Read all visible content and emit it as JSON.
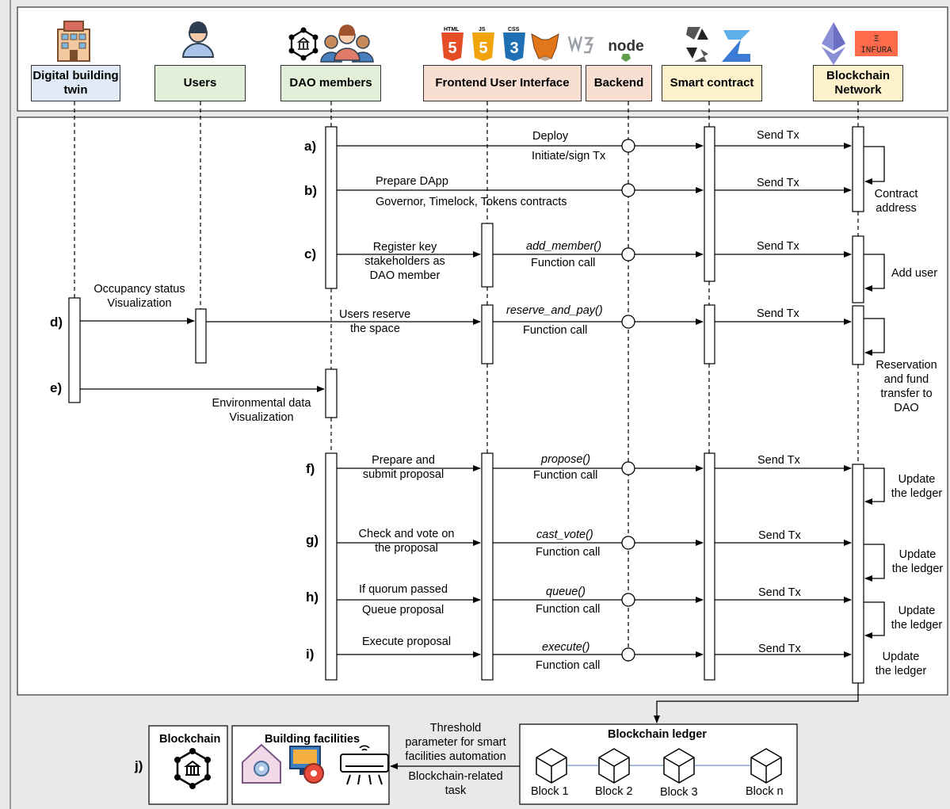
{
  "header": {
    "participants": [
      {
        "label": "Digital building twin",
        "color": "#dfeaf6"
      },
      {
        "label": "Users",
        "color": "#e3f0d9"
      },
      {
        "label": "DAO members",
        "color": "#e3f0d9"
      },
      {
        "label": "Frontend User Interface",
        "color": "#f8dfd1"
      },
      {
        "label": "Backend",
        "color": "#f8dfd1"
      },
      {
        "label": "Smart contract",
        "color": "#fdf2cc"
      },
      {
        "label": "Blockchain Network",
        "color": "#fdf2cc"
      }
    ],
    "logos": {
      "html": "HTML",
      "js": "JS",
      "css": "CSS",
      "node": "node",
      "infura": "INFURA"
    }
  },
  "steps": [
    "a)",
    "b)",
    "c)",
    "d)",
    "e)",
    "f)",
    "g)",
    "h)",
    "i)",
    "j)"
  ],
  "messages": {
    "deploy": "Deploy",
    "initiate": "Initiate/sign Tx",
    "prepare_dapp": "Prepare DApp",
    "governor": "Governor, Timelock, Tokens contracts",
    "contract_address": [
      "Contract",
      "address"
    ],
    "register": [
      "Register key",
      "stakeholders as",
      "DAO member"
    ],
    "add_member": "add_member()",
    "function_call": "Function call",
    "send_tx": "Send Tx",
    "add_user": "Add user",
    "occupancy": [
      "Occupancy status",
      "Visualization"
    ],
    "reserve": [
      "Users reserve",
      "the space"
    ],
    "reserve_and_pay": "reserve_and_pay()",
    "reservation": [
      "Reservation",
      "and fund",
      "transfer to",
      "DAO"
    ],
    "environmental": [
      "Environmental data",
      "Visualization"
    ],
    "prepare_submit": [
      "Prepare and",
      "submit proposal"
    ],
    "propose": "propose()",
    "update_ledger": [
      "Update",
      "the ledger"
    ],
    "check_vote": [
      "Check and vote on",
      "the proposal"
    ],
    "cast_vote": "cast_vote()",
    "quorum": "If quorum passed",
    "queue_proposal": "Queue proposal",
    "queue": "queue()",
    "execute_proposal": "Execute proposal",
    "execute": "execute()"
  },
  "bottom": {
    "blockchain": "Blockchain",
    "building_facilities": "Building facilities",
    "threshold": [
      "Threshold",
      "parameter for smart",
      "facilities automation"
    ],
    "task": [
      "Blockchain-related",
      "task"
    ],
    "ledger_title": "Blockchain ledger",
    "blocks": [
      "Block 1",
      "Block 2",
      "Block 3",
      "Block n"
    ]
  },
  "colors": {
    "background": "#e9e9e9",
    "panel": "#ffffff",
    "line": "#000000",
    "link": "#6a95c4"
  }
}
